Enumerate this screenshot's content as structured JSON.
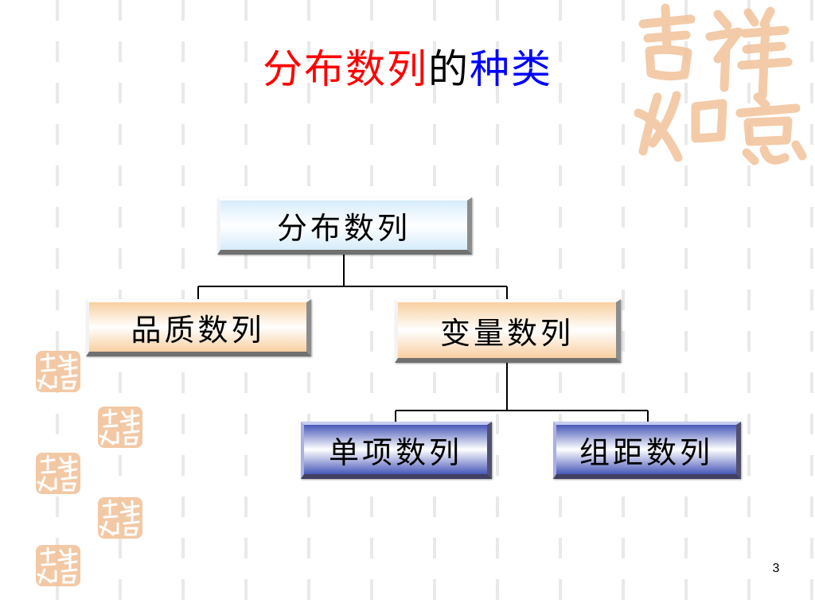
{
  "title": {
    "part_red": "分布数列",
    "part_black": "的",
    "part_blue": "种类"
  },
  "nodes": {
    "root": "分布数列",
    "quality": "品质数列",
    "variable": "变量数列",
    "single": "单项数列",
    "grouped": "组距数列"
  },
  "page_number": "3",
  "colors": {
    "title_red": "#ff0000",
    "title_blue": "#0000ff",
    "node_sky": "#d6ecfb",
    "node_peach": "#f8cfa0",
    "node_navy": "#4858b8",
    "seal": "#f2c29a"
  },
  "decorations": [
    "auspicious-calligraphy-seal-watermark",
    "seal-stamp"
  ]
}
